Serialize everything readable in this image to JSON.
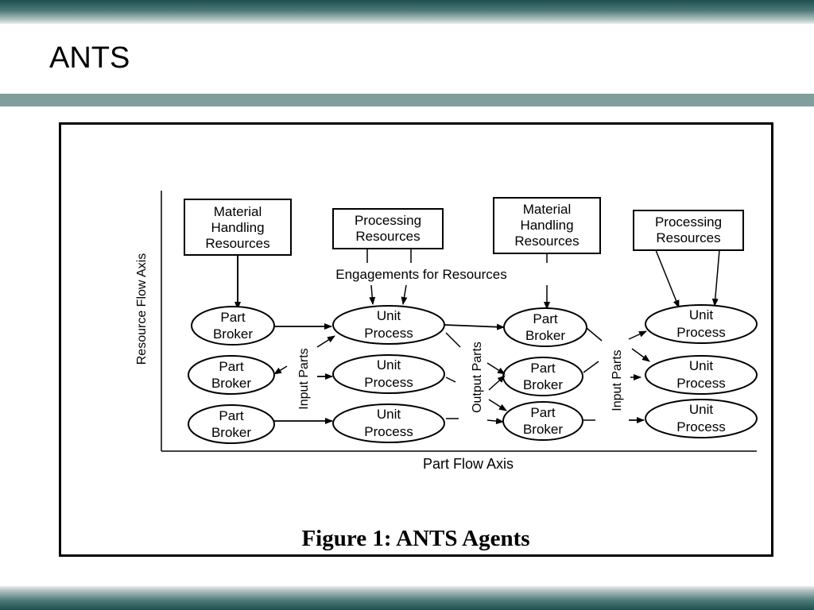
{
  "slide": {
    "title": "ANTS"
  },
  "figure": {
    "caption": "Figure 1: ANTS Agents",
    "y_axis_label": "Resource Flow Axis",
    "x_axis_label": "Part Flow Axis",
    "engagements_label": "Engagements for Resources",
    "resource_boxes": [
      {
        "lines": [
          "Material",
          "Handling",
          "Resources"
        ]
      },
      {
        "lines": [
          "Processing",
          "Resources"
        ]
      },
      {
        "lines": [
          "Material",
          "Handling",
          "Resources"
        ]
      },
      {
        "lines": [
          "Processing",
          "Resources"
        ]
      }
    ],
    "column_1_nodes": [
      {
        "line1": "Part",
        "line2": "Broker"
      },
      {
        "line1": "Part",
        "line2": "Broker"
      },
      {
        "line1": "Part",
        "line2": "Broker"
      }
    ],
    "column_2_nodes": [
      {
        "line1": "Unit",
        "line2": "Process"
      },
      {
        "line1": "Unit",
        "line2": "Process"
      },
      {
        "line1": "Unit",
        "line2": "Process"
      }
    ],
    "column_3_nodes": [
      {
        "line1": "Part",
        "line2": "Broker"
      },
      {
        "line1": "Part",
        "line2": "Broker"
      },
      {
        "line1": "Part",
        "line2": "Broker"
      }
    ],
    "column_4_nodes": [
      {
        "line1": "Unit",
        "line2": "Process"
      },
      {
        "line1": "Unit",
        "line2": "Process"
      },
      {
        "line1": "Unit",
        "line2": "Process"
      }
    ],
    "flow_labels": {
      "input_parts_1": "Input Parts",
      "output_parts": "Output Parts",
      "input_parts_2": "Input Parts"
    }
  }
}
